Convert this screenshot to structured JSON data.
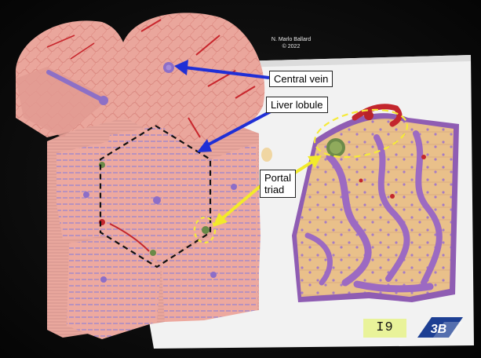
{
  "credit": {
    "author": "N. Marlo Ballard",
    "year": "© 2022"
  },
  "labels": {
    "central_vein": "Central vein",
    "liver_lobule": "Liver lobule",
    "portal_triad_line1": "Portal",
    "portal_triad_line2": "triad"
  },
  "specimen_tag": "I9",
  "brand_logo": "3B",
  "colors": {
    "background": "#0b0b0b",
    "model_pink": "#e9a39a",
    "lobule_purple": "#9a7ac9",
    "arrow_blue": "#1f2fd6",
    "arrow_yellow": "#f2ea2b",
    "highlight_yellow": "#f5ea3a",
    "dashed_black": "#111111",
    "board_white": "#f1f1f1"
  }
}
